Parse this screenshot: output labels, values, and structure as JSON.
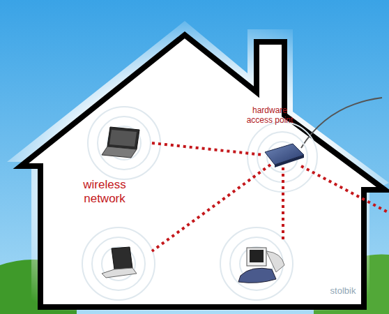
{
  "diagram": {
    "nodes": [
      {
        "text": [
          "hardware access point"
        ]
      }
    ],
    "labels": [
      "wireless network",
      "stolbik"
    ]
  }
}
